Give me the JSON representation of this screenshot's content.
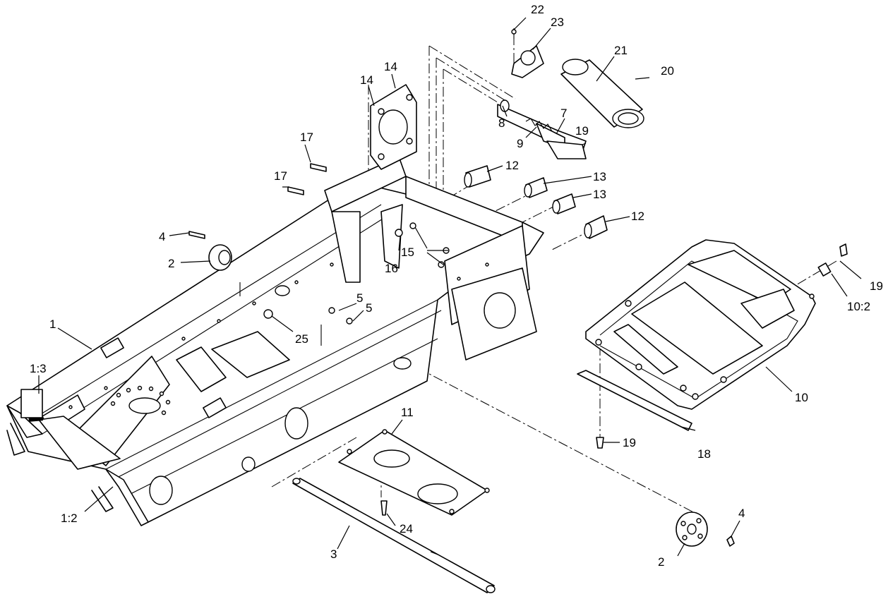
{
  "diagram": {
    "callouts": [
      {
        "id": "c1",
        "text": "1"
      },
      {
        "id": "c1_3",
        "text": "1:3"
      },
      {
        "id": "c1_2",
        "text": "1:2"
      },
      {
        "id": "c2a",
        "text": "2"
      },
      {
        "id": "c2b",
        "text": "2"
      },
      {
        "id": "c3",
        "text": "3"
      },
      {
        "id": "c4a",
        "text": "4"
      },
      {
        "id": "c4b",
        "text": "4"
      },
      {
        "id": "c5a",
        "text": "5"
      },
      {
        "id": "c5b",
        "text": "5"
      },
      {
        "id": "c7",
        "text": "7"
      },
      {
        "id": "c8",
        "text": "8"
      },
      {
        "id": "c9",
        "text": "9"
      },
      {
        "id": "c10",
        "text": "10"
      },
      {
        "id": "c10_2",
        "text": "10:2"
      },
      {
        "id": "c11",
        "text": "11"
      },
      {
        "id": "c12a",
        "text": "12"
      },
      {
        "id": "c12b",
        "text": "12"
      },
      {
        "id": "c13a",
        "text": "13"
      },
      {
        "id": "c13b",
        "text": "13"
      },
      {
        "id": "c14a",
        "text": "14"
      },
      {
        "id": "c14b",
        "text": "14"
      },
      {
        "id": "c15",
        "text": "15"
      },
      {
        "id": "c16",
        "text": "16"
      },
      {
        "id": "c17a",
        "text": "17"
      },
      {
        "id": "c17b",
        "text": "17"
      },
      {
        "id": "c18",
        "text": "18"
      },
      {
        "id": "c19a",
        "text": "19"
      },
      {
        "id": "c19b",
        "text": "19"
      },
      {
        "id": "c19c",
        "text": "19"
      },
      {
        "id": "c20",
        "text": "20"
      },
      {
        "id": "c21",
        "text": "21"
      },
      {
        "id": "c22",
        "text": "22"
      },
      {
        "id": "c23",
        "text": "23"
      },
      {
        "id": "c24",
        "text": "24"
      },
      {
        "id": "c25",
        "text": "25"
      }
    ]
  }
}
